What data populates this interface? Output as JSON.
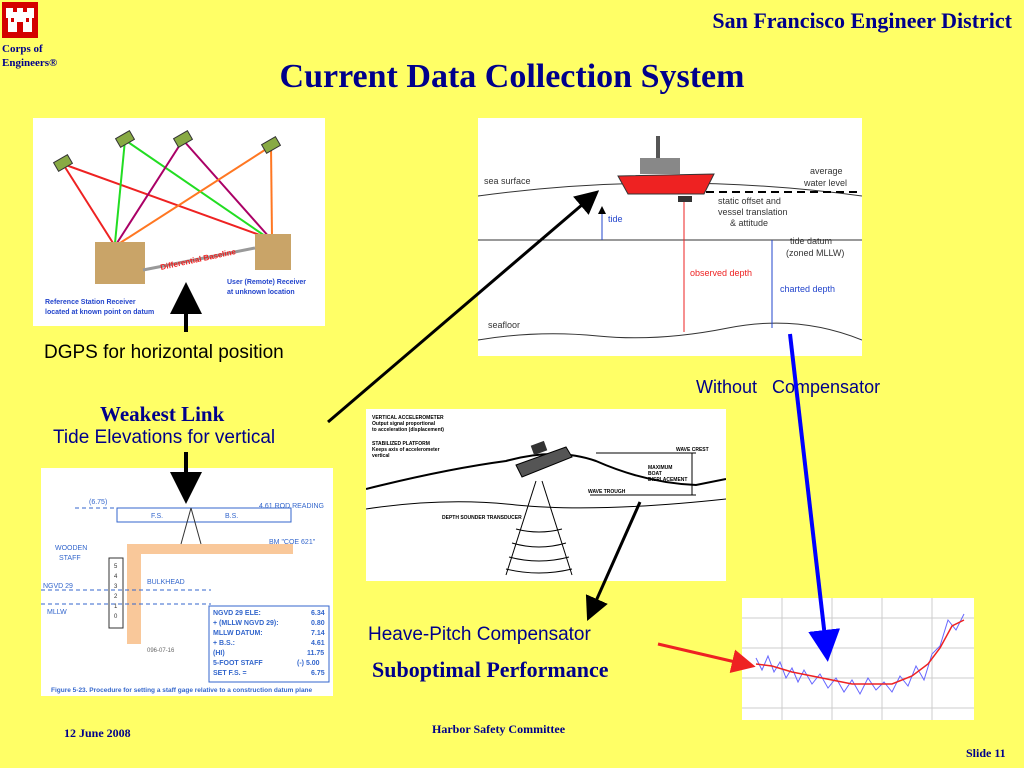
{
  "header": {
    "district": "San Francisco Engineer District",
    "org_line1": "Corps of",
    "org_line2": "Engineers®",
    "title": "Current Data Collection System"
  },
  "dgps": {
    "caption": "DGPS for horizontal position",
    "diagram": {
      "baseline": "Differential Baseline",
      "ref_line1": "Reference Station Receiver",
      "ref_line2": "located at known point on datum",
      "user_line1": "User (Remote) Receiver",
      "user_line2": "at unknown location"
    }
  },
  "tide": {
    "heading": "Weakest Link",
    "caption": "Tide Elevations for vertical",
    "diagram": {
      "top_value": "(6.75)",
      "rod": "4.61  ROD  READING",
      "fs": "F.S.",
      "bs": "B.S.",
      "bm": "BM  \"COE  621\"",
      "wooden": "WOODEN",
      "staff": "STAFF",
      "bulkhead": "BULKHEAD",
      "ngvd": "NGVD  29",
      "mllw": "MLLW",
      "date": "096-07-16",
      "rows": [
        [
          "NGVD 29 ELE:",
          "6.34"
        ],
        [
          "+ (MLLW NGVD 29):",
          "0.80"
        ],
        [
          "MLLW DATUM:",
          "7.14"
        ],
        [
          "+ B.S.:",
          "4.61"
        ],
        [
          "(HI)",
          "11.75"
        ],
        [
          "5-FOOT STAFF",
          "(-) 5.00"
        ],
        [
          "SET F.S. =",
          "6.75"
        ]
      ],
      "figure_caption": "Figure 5-23.  Procedure for setting a staff gage relative to a construction datum plane",
      "staff_numbers": [
        "5",
        "4",
        "3",
        "2",
        "1",
        "0"
      ]
    }
  },
  "depth": {
    "caption": "Without   Compensator",
    "diagram": {
      "sea_surface": "sea surface",
      "average": "average",
      "water_level": "water level",
      "static1": "static offset and",
      "static2": "vessel translation",
      "static3": "& attitude",
      "tide": "tide",
      "tide_datum": "tide datum",
      "zoned": "(zoned MLLW)",
      "observed": "observed depth",
      "charted": "charted depth",
      "seafloor": "seafloor"
    }
  },
  "heave": {
    "caption": "Heave-Pitch Compensator",
    "performance": "Suboptimal Performance",
    "diagram": {
      "accel1": "VERTICAL ACCELEROMETER",
      "accel2": "Output signal proportional",
      "accel3": "to acceleration (displacement)",
      "platform1": "STABILIZED PLATFORM",
      "platform2": "Keeps axis of accelerometer",
      "platform3": "vertical",
      "crest": "WAVE CREST",
      "max1": "MAXIMUM",
      "max2": "BOAT",
      "max3": "DISPLACEMENT",
      "trough": "WAVE TROUGH",
      "transducer": "DEPTH SOUNDER TRANSDUCER"
    }
  },
  "footer": {
    "date": "12 June 2008",
    "committee": "Harbor Safety Committee",
    "slide": "Slide 11"
  }
}
